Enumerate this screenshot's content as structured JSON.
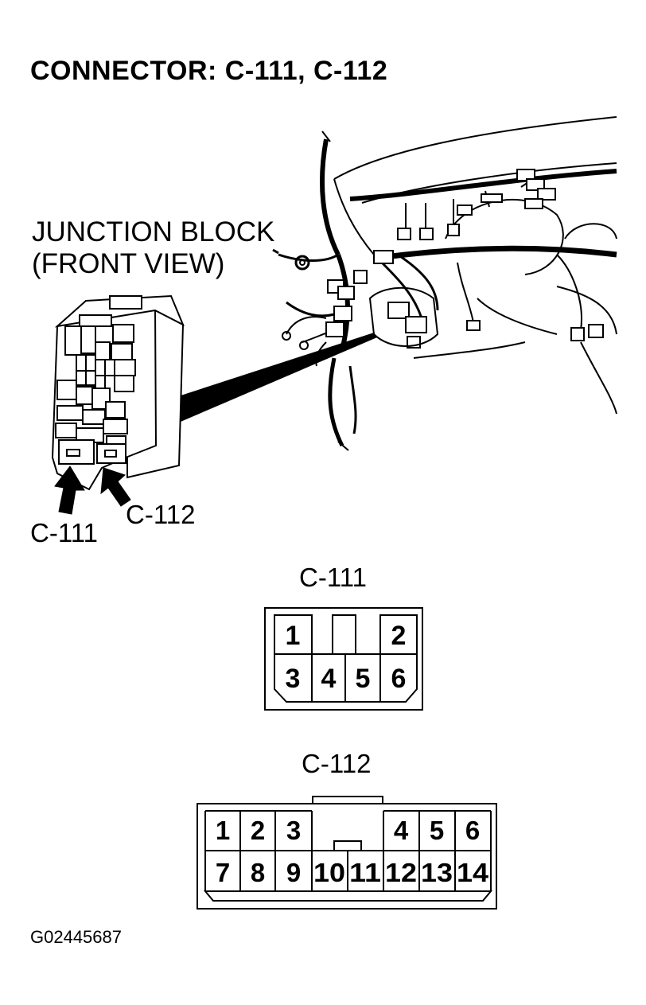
{
  "title": "CONNECTOR: C-111, C-112",
  "junction_block": {
    "line1": "JUNCTION BLOCK",
    "line2": "(FRONT VIEW)"
  },
  "callouts": {
    "c111": "C-111",
    "c112": "C-112"
  },
  "connector_c111": {
    "label": "C-111",
    "top_row": [
      "1",
      "2"
    ],
    "bottom_row": [
      "3",
      "4",
      "5",
      "6"
    ]
  },
  "connector_c112": {
    "label": "C-112",
    "top_row": [
      "1",
      "2",
      "3",
      "4",
      "5",
      "6"
    ],
    "bottom_row": [
      "7",
      "8",
      "9",
      "10",
      "11",
      "12",
      "13",
      "14"
    ]
  },
  "figure_code": "G02445687"
}
